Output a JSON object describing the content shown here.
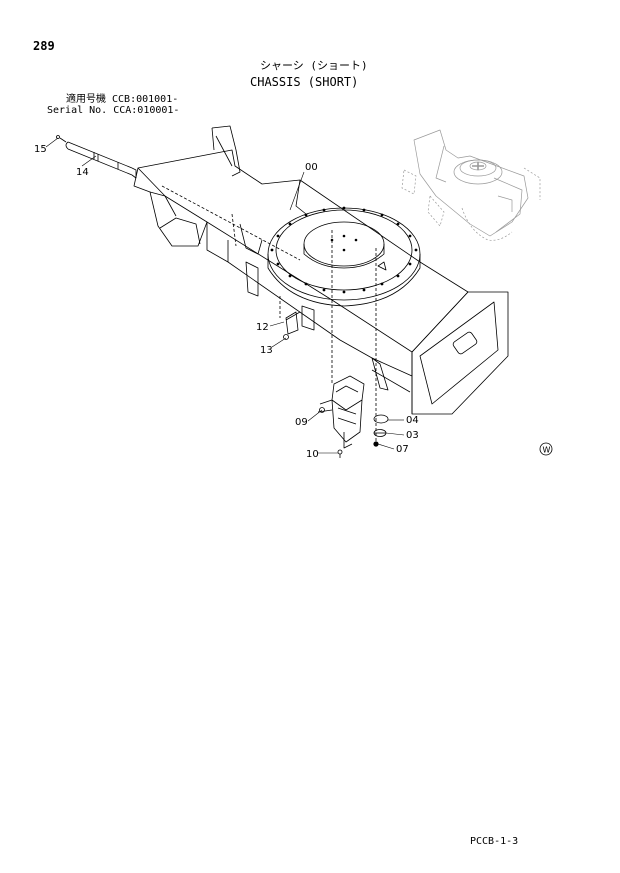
{
  "page_number": "289",
  "title_jp": "シャーシ (ショート)",
  "title_en": "CHASSIS (SHORT)",
  "applicability": {
    "line1": "適用号機  CCB:001001-",
    "line2": "Serial No. CCA:010001-"
  },
  "part_labels": {
    "p00": "00",
    "p03": "03",
    "p04": "04",
    "p07": "07",
    "p09": "09",
    "p10": "10",
    "p12": "12",
    "p13": "13",
    "p14": "14",
    "p15": "15"
  },
  "wide_mark": "W",
  "footer_code": "PCCB-1-3"
}
